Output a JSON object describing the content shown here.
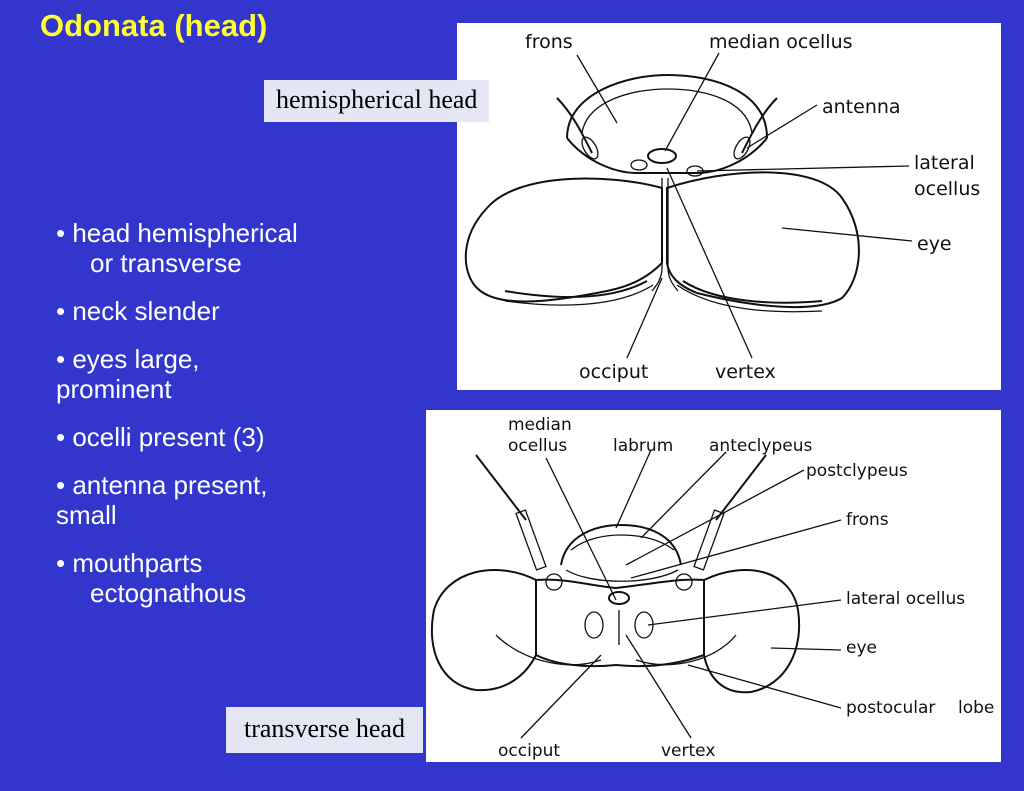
{
  "slide": {
    "title": "Odonata (head)",
    "bullets": [
      {
        "line1": "• head hemispherical",
        "line2": "or transverse",
        "indent": true
      },
      {
        "line1": "• neck slender",
        "line2": "",
        "indent": false
      },
      {
        "line1": "• eyes large,",
        "line2": "prominent",
        "indent": false
      },
      {
        "line1": "• ocelli present (3)",
        "line2": "",
        "indent": false
      },
      {
        "line1": "• antenna present,",
        "line2": "small",
        "indent": false
      },
      {
        "line1": "• mouthparts",
        "line2": "ectognathous",
        "indent": true
      }
    ]
  },
  "captions": {
    "top": "hemispherical head",
    "bottom": "transverse head"
  },
  "diagram_top": {
    "labels": {
      "frons": "frons",
      "median_ocellus": "median ocellus",
      "antenna": "antenna",
      "lateral": "lateral",
      "ocellus": "ocellus",
      "eye": "eye",
      "occiput": "occiput",
      "vertex": "vertex"
    }
  },
  "diagram_bottom": {
    "labels": {
      "median": "median",
      "ocellus": "ocellus",
      "labrum": "labrum",
      "anteclypeus": "anteclypeus",
      "postclypeus": "postclypeus",
      "frons": "frons",
      "lateral_ocellus": "lateral ocellus",
      "eye": "eye",
      "postocular": "postocular",
      "lobe": "lobe",
      "occiput": "occiput",
      "vertex": "vertex"
    }
  }
}
